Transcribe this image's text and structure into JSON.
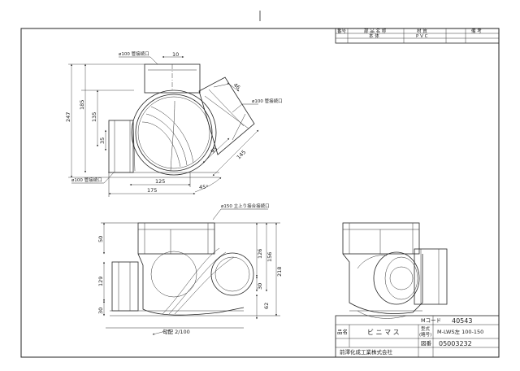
{
  "parts_table": {
    "headers": [
      "番号",
      "部 品 名 称",
      "材 質",
      "備 考"
    ],
    "row": {
      "name": "本 体",
      "material": "P V C"
    }
  },
  "top_view": {
    "pipe_top_label": "ø100 管接続口",
    "wall_10": "10",
    "branch_label": "ø100 管接続口",
    "left_pipe_label": "ø100 管接続口",
    "dim_247": "247",
    "dim_185": "185",
    "dim_135": "135",
    "dim_35": "35",
    "dim_46": "46",
    "dim_95": "95",
    "dim_145": "145",
    "dim_125": "125",
    "dim_175": "175",
    "angle_45": "45°"
  },
  "side_view": {
    "riser_label": "ø150 立上り接合接続口",
    "dim_50": "50",
    "dim_129": "129",
    "dim_30_left": "30",
    "dim_126": "126",
    "dim_156": "156",
    "dim_218": "218",
    "dim_30_right": "30",
    "dim_62": "62",
    "slope": "勾配 2/100"
  },
  "title_block": {
    "mcode_label": "Mコード",
    "mcode_value": "40543",
    "name_label": "品名",
    "name_value": "ビ ニ マ ス",
    "model_label_1": "型式",
    "model_label_2": "(略号)",
    "model_value": "M-LWS左 100-150",
    "drawing_label": "図番",
    "drawing_value": "05003232",
    "company": "前澤化成工業株式会社"
  }
}
